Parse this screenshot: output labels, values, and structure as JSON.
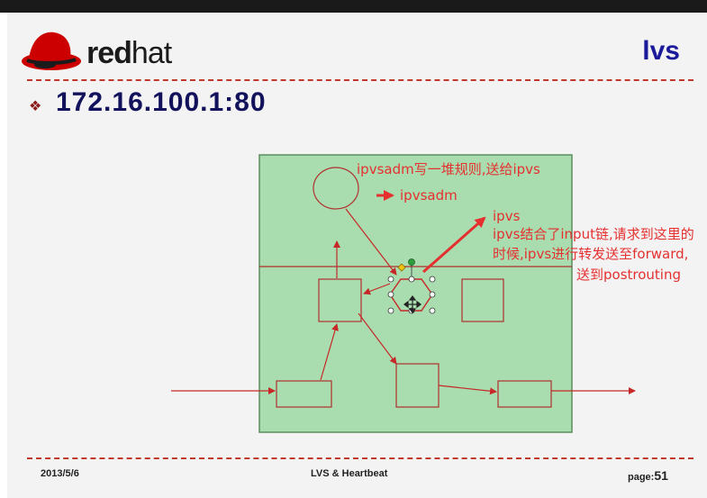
{
  "slide": {
    "brand": {
      "red": "red",
      "hat": "hat"
    },
    "section_tag": "lvs",
    "heading": "172.16.100.1:80",
    "bullet_symbol": "❖"
  },
  "annotations": {
    "ipvsadm_rules": "ipvsadm写一堆规则,送给ipvs",
    "ipvsadm_label": "ipvsadm",
    "ipvs_title": "ipvs",
    "ipvs_line1": "ipvs结合了input链,请求到这里的",
    "ipvs_line2": "时候,ipvs进行转发送至forward,",
    "ipvs_line3": "送到postrouting"
  },
  "footer": {
    "date": "2013/5/6",
    "title": "LVS & Heartbeat",
    "page_label": "page:",
    "page_number": "51"
  },
  "colors": {
    "diagram_fill": "#a9dcae",
    "annotation": "#e53030",
    "heading": "#12125c",
    "dashed_rule": "#c0392b"
  }
}
